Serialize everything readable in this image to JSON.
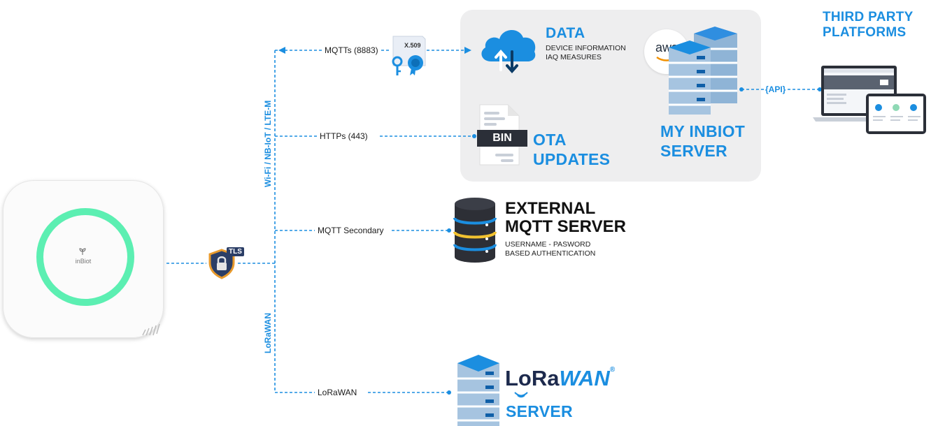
{
  "device": {
    "brand": "inBiot"
  },
  "badges": {
    "tls": "TLS",
    "cert": "X.509",
    "aws": "aws",
    "bin": "BIN",
    "api": "{API}"
  },
  "protocols": {
    "mqtts": "MQTTs (8883)",
    "https": "HTTPs (443)",
    "mqtt_secondary": "MQTT Secondary",
    "lorawan": "LoRaWAN"
  },
  "connectivity": {
    "wireless": "Wi-Fi / NB-IoT / LTE-M",
    "lorawan": "LoRaWAN"
  },
  "data": {
    "title": "DATA",
    "line1": "DEVICE INFORMATION",
    "line2": "IAQ MEASURES"
  },
  "ota": {
    "line1": "OTA",
    "line2": "UPDATES"
  },
  "my_server": {
    "line1": "MY INBIOT",
    "line2": "SERVER"
  },
  "third_party": {
    "line1": "THIRD PARTY",
    "line2": "PLATFORMS"
  },
  "external": {
    "line1": "EXTERNAL",
    "line2": "MQTT SERVER",
    "sub1": "USERNAME - PASWORD",
    "sub2": "BASED AUTHENTICATION"
  },
  "lora_server": {
    "logo_lo": "LoRa",
    "logo_wan": "WAN",
    "reg": "®",
    "server": "SERVER"
  },
  "colors": {
    "accent": "#1b8ee0",
    "ring": "#5cefb2",
    "panel": "#eeeeef"
  }
}
